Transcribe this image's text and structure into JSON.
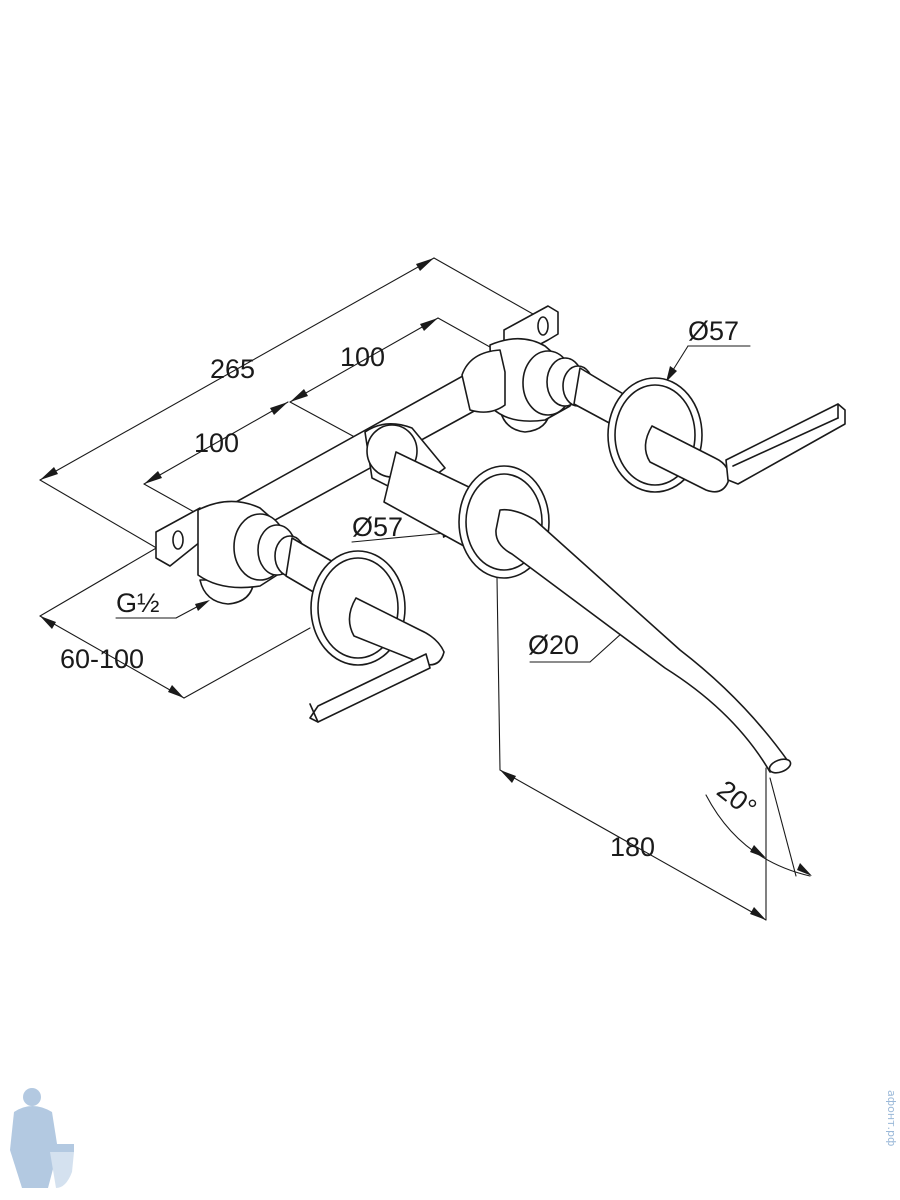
{
  "dimensions": {
    "overall_width": "265",
    "spacing_right": "100",
    "spacing_left": "100",
    "rosette_right": "Ø57",
    "rosette_middle": "Ø57",
    "thread": "G½",
    "wall_depth": "60-100",
    "spout_diameter": "Ø20",
    "spout_projection": "180",
    "spout_angle": "20°"
  },
  "watermark": {
    "text": "афонт.рф"
  },
  "colors": {
    "line": "#1a1a1a",
    "watermark": "#9ab8d8"
  }
}
